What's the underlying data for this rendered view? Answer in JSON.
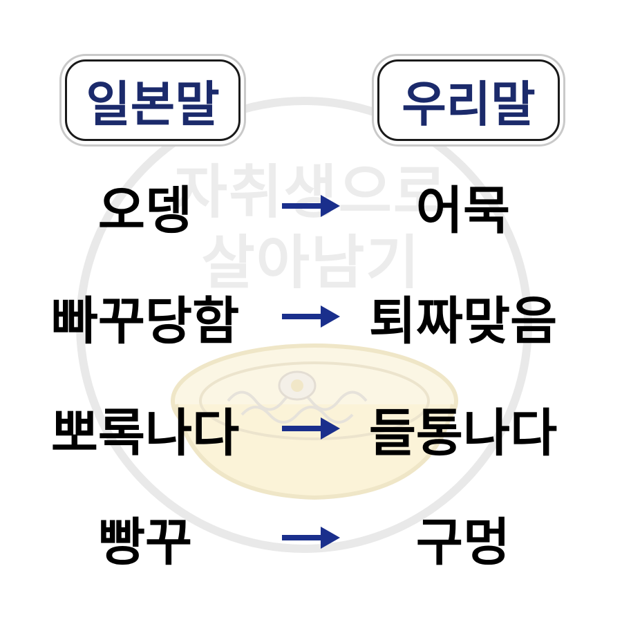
{
  "watermark": {
    "line1": "자취생으로",
    "line2": "살아남기"
  },
  "headers": {
    "left": "일본말",
    "right": "우리말"
  },
  "colors": {
    "header_text": "#1b2a6b",
    "arrow": "#1a2f8c",
    "watermark": "#e9e9e9"
  },
  "rows": [
    {
      "japanese": "오뎅",
      "korean": "어묵"
    },
    {
      "japanese": "빠꾸당함",
      "korean": "퇴짜맞음"
    },
    {
      "japanese": "뽀록나다",
      "korean": "들통나다"
    },
    {
      "japanese": "빵꾸",
      "korean": "구멍"
    }
  ],
  "arrow_icon": "right-arrow-icon"
}
